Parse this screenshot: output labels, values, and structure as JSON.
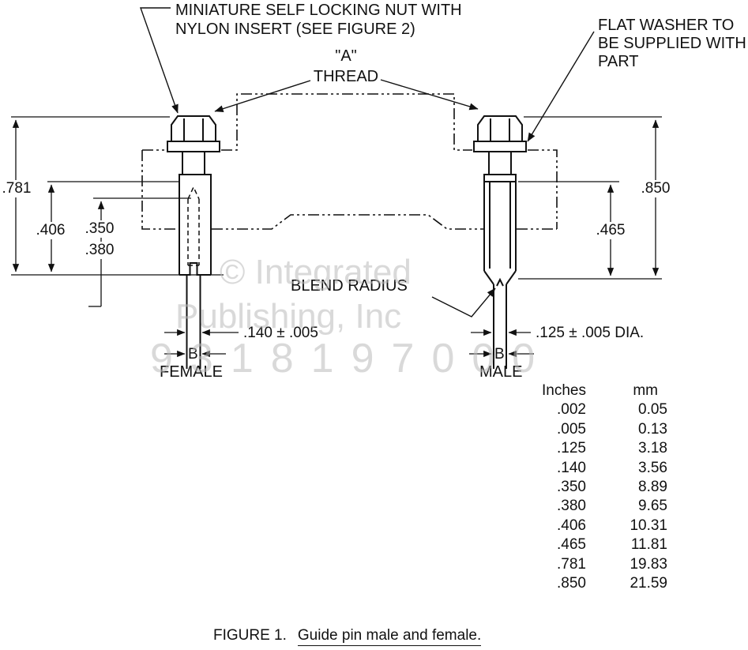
{
  "figure": {
    "caption_prefix": "FIGURE 1.",
    "caption_title": "Guide pin male and female."
  },
  "annotations": {
    "locking_nut_line1": "MINIATURE SELF LOCKING NUT WITH",
    "locking_nut_line2": "NYLON INSERT (SEE FIGURE 2)",
    "thread_line1": "\"A\"",
    "thread_line2": "THREAD",
    "flat_washer_line1": "FLAT WASHER TO",
    "flat_washer_line2": "BE SUPPLIED WITH",
    "flat_washer_line3": "PART",
    "blend_radius": "BLEND RADIUS",
    "female_label": "FEMALE",
    "male_label": "MALE",
    "b_left": "B",
    "b_right": "B"
  },
  "dimensions": {
    "d781": ".781",
    "d406": ".406",
    "d350": ".350",
    "d380": ".380",
    "d850": ".850",
    "d465": ".465",
    "d140": ".140 ± .005",
    "d125": ".125 ± .005 DIA."
  },
  "conversion_table": {
    "headers": [
      "Inches",
      "mm"
    ],
    "rows": [
      [
        ".002",
        "0.05"
      ],
      [
        ".005",
        "0.13"
      ],
      [
        ".125",
        "3.18"
      ],
      [
        ".140",
        "3.56"
      ],
      [
        ".350",
        "8.89"
      ],
      [
        ".380",
        "9.65"
      ],
      [
        ".406",
        "10.31"
      ],
      [
        ".465",
        "11.81"
      ],
      [
        ".781",
        "19.83"
      ],
      [
        ".850",
        "21.59"
      ]
    ]
  },
  "watermark": {
    "line1": "© Integrated",
    "line2": "Publishing, Inc",
    "line3": "9318197000"
  },
  "colors": {
    "line": "#111111",
    "background": "#ffffff",
    "watermark": "#b9b9b9"
  }
}
